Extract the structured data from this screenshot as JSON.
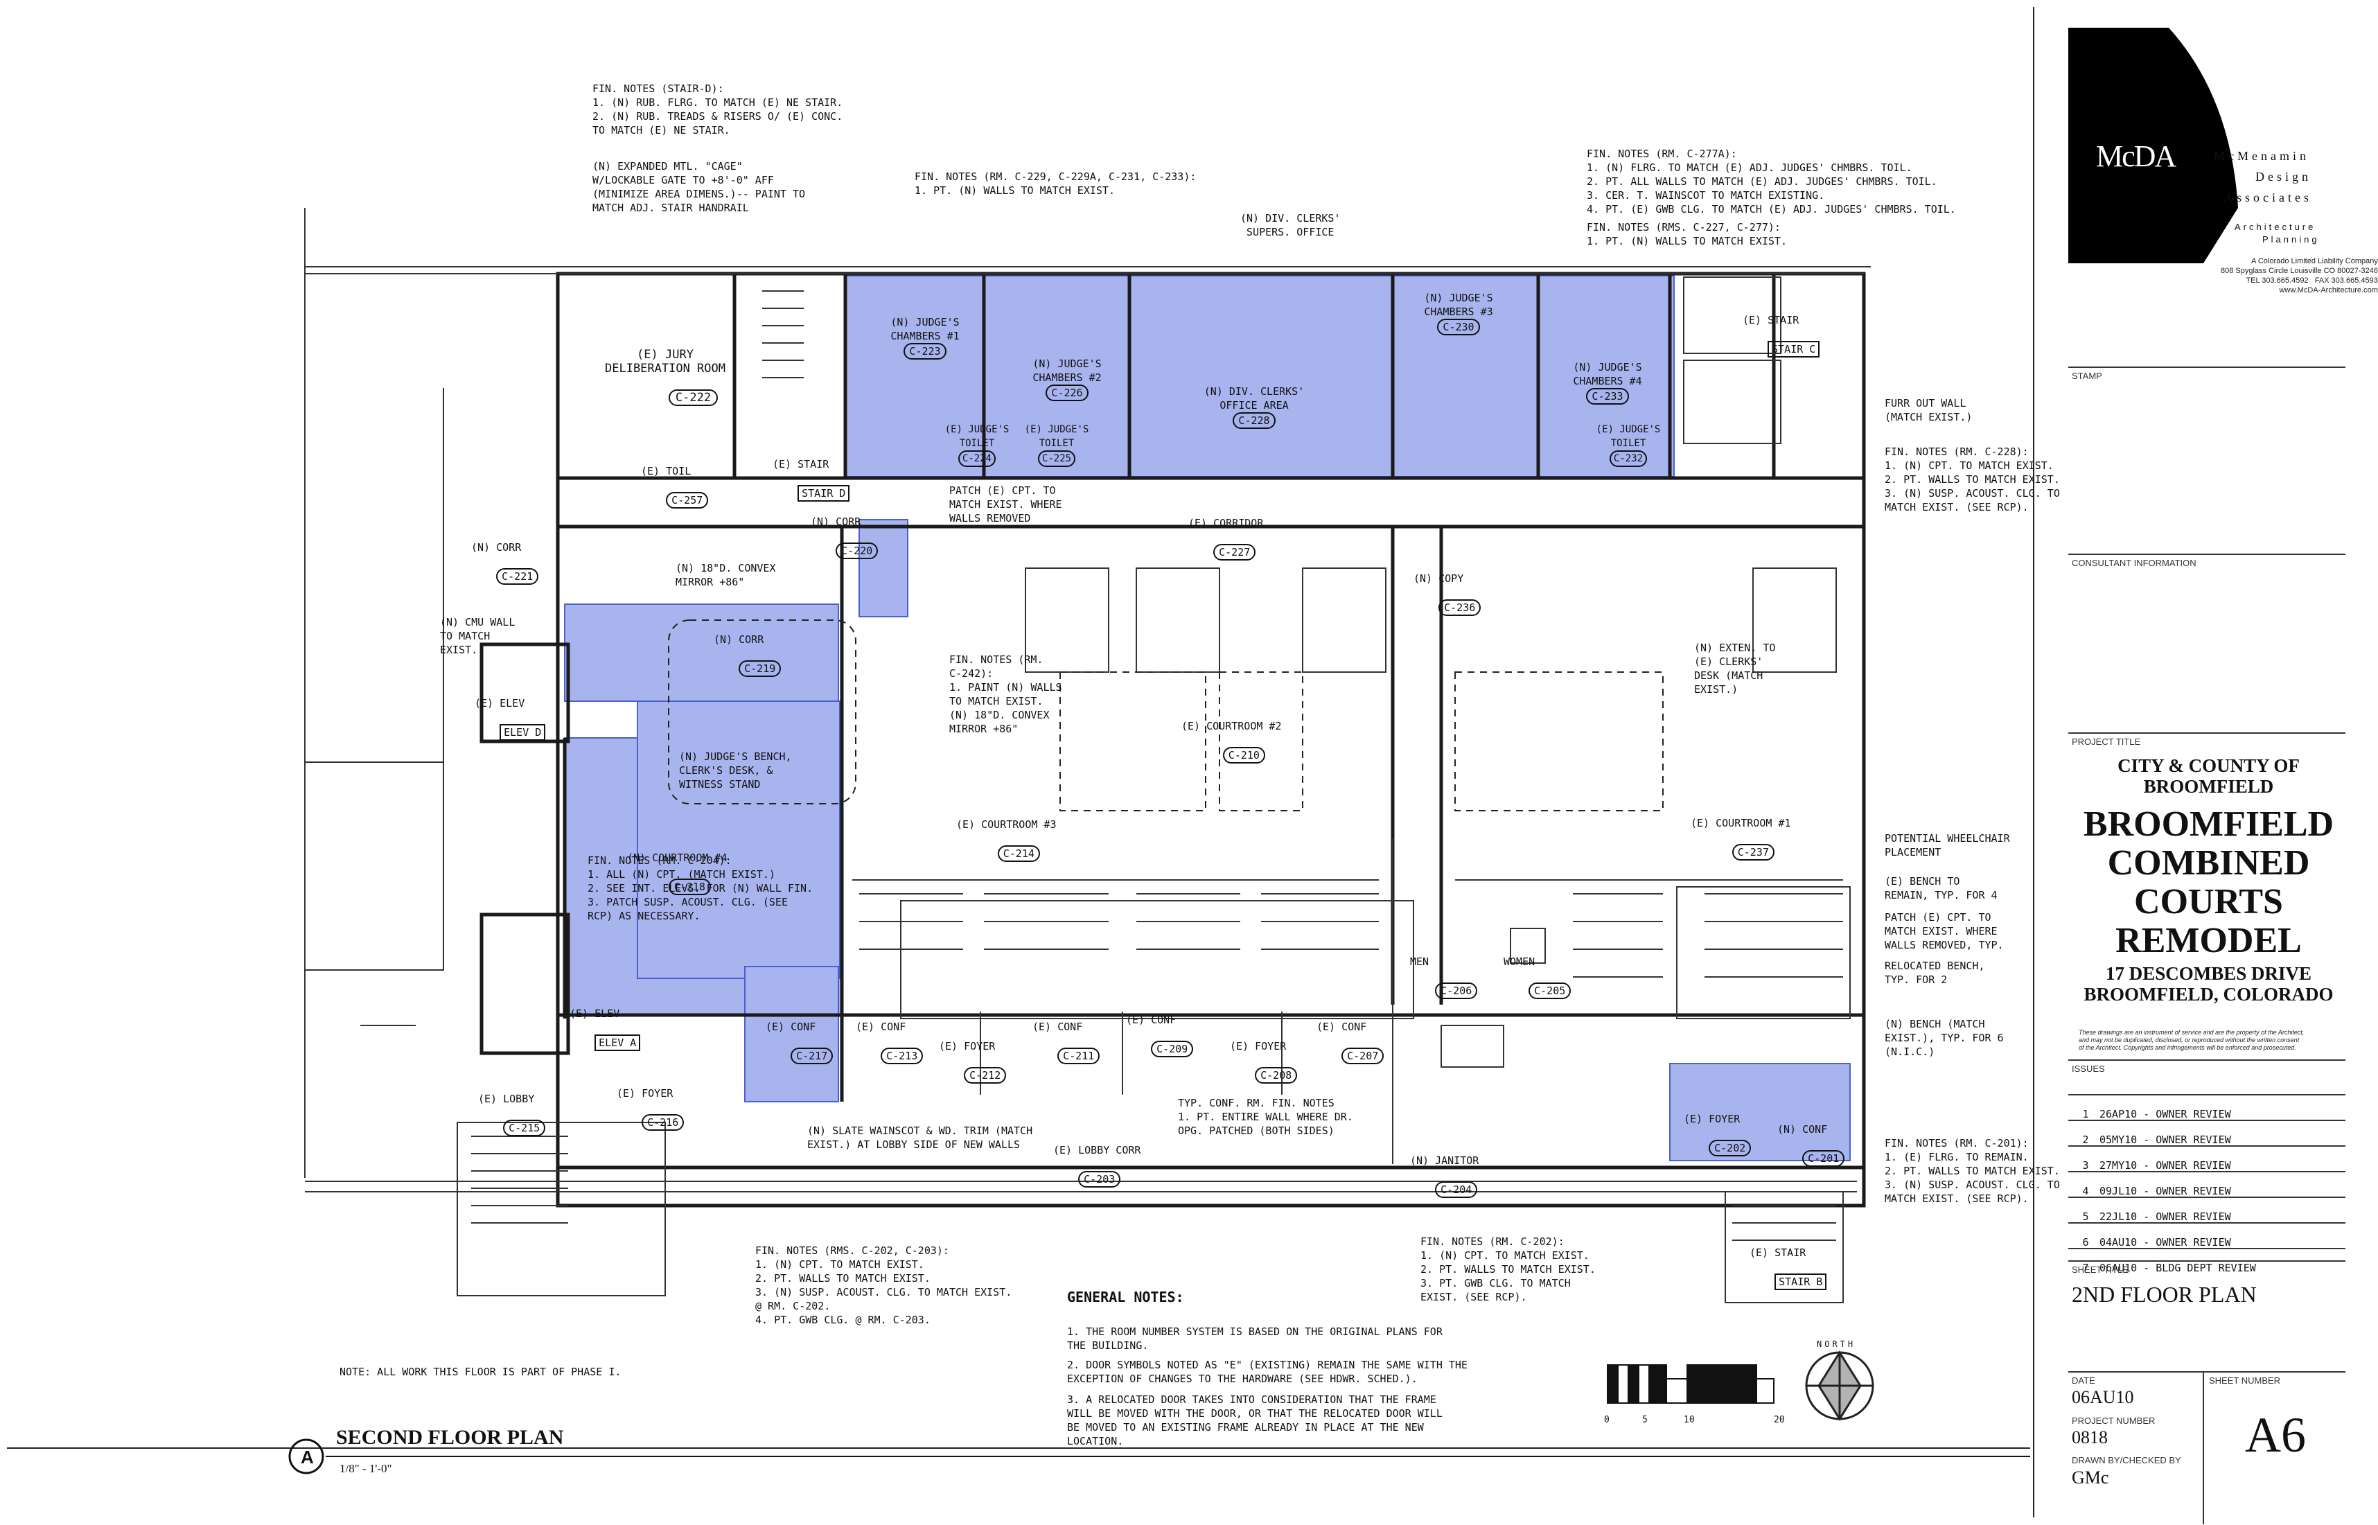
{
  "colors": {
    "highlight": "#a8b4ee",
    "highlight_stroke": "#4a5fd0",
    "line": "#1a1a1a"
  },
  "drawing": {
    "title": "SECOND FLOOR PLAN",
    "title_marker": "A",
    "scale": "1/8\" - 1'-0\"",
    "phase_note": "NOTE: ALL WORK THIS FLOOR IS PART OF PHASE I.",
    "north_label": "NORTH",
    "scale_bar_ticks": [
      "0",
      "5",
      "10",
      "20"
    ]
  },
  "rooms": [
    {
      "name": "(E) JURY DELIBERATION ROOM",
      "tag": "C-222"
    },
    {
      "name": "(E) TOIL",
      "tag": "C-257"
    },
    {
      "name": "(E) STAIR",
      "tag": "STAIR D"
    },
    {
      "name": "(N) JUDGE'S CHAMBERS #1",
      "tag": "C-223"
    },
    {
      "name": "(N) JUDGE'S CHAMBERS #2",
      "tag": "C-226"
    },
    {
      "name": "(E) JUDGE'S TOILET",
      "tag": "C-224"
    },
    {
      "name": "(E) JUDGE'S TOILET",
      "tag": "C-225"
    },
    {
      "name": "(N) DIV. CLERKS' OFFICE AREA",
      "tag": "C-228"
    },
    {
      "name": "(N) JUDGE'S CHAMBERS #3",
      "tag": "C-230"
    },
    {
      "name": "(N) JUDGE'S CHAMBERS #4",
      "tag": "C-233"
    },
    {
      "name": "(E) JUDGE'S TOILET",
      "tag": "C-232"
    },
    {
      "name": "(E) STAIR",
      "tag": "STAIR C"
    },
    {
      "name": "(N) CORR",
      "tag": "C-221"
    },
    {
      "name": "(N) CORR",
      "tag": "C-220"
    },
    {
      "name": "(E) CORRIDOR",
      "tag": "C-227"
    },
    {
      "name": "(N) COPY",
      "tag": "C-236"
    },
    {
      "name": "(N) CORR",
      "tag": "C-219"
    },
    {
      "name": "(E) ELEV",
      "tag": "ELEV D"
    },
    {
      "name": "(E) COURTROOM #2",
      "tag": "C-210"
    },
    {
      "name": "(E) COURTROOM #3",
      "tag": "C-214"
    },
    {
      "name": "(E) COURTROOM #1",
      "tag": "C-237"
    },
    {
      "name": "(N) COURTROOM #4",
      "tag": "C-218"
    },
    {
      "name": "(E) ELEV",
      "tag": "ELEV A"
    },
    {
      "name": "(E) LOBBY",
      "tag": "C-215"
    },
    {
      "name": "(E) FOYER",
      "tag": "C-216"
    },
    {
      "name": "(E) CONF",
      "tag": "C-217"
    },
    {
      "name": "(E) CONF",
      "tag": "C-213"
    },
    {
      "name": "(E) FOYER",
      "tag": "C-212"
    },
    {
      "name": "(E) CONF",
      "tag": "C-211"
    },
    {
      "name": "(E) CONF",
      "tag": "C-209"
    },
    {
      "name": "(E) FOYER",
      "tag": "C-208"
    },
    {
      "name": "(E) CONF",
      "tag": "C-207"
    },
    {
      "name": "(E) LOBBY CORR",
      "tag": "C-203"
    },
    {
      "name": "MEN",
      "tag": "C-206"
    },
    {
      "name": "WOMEN",
      "tag": "C-205"
    },
    {
      "name": "(N) JANITOR",
      "tag": "C-204"
    },
    {
      "name": "(E) FOYER",
      "tag": "C-202"
    },
    {
      "name": "(N) CONF",
      "tag": "C-201"
    },
    {
      "name": "(E) STAIR",
      "tag": "STAIR B"
    }
  ],
  "notes": [
    "FIN. NOTES (STAIR-D):\n1. (N) RUB. FLRG. TO MATCH (E) NE STAIR.\n2. (N) RUB. TREADS & RISERS o/ (E) CONC.\nTO MATCH (E) NE STAIR.",
    "(N) EXPANDED MTL. \"CAGE\"\nW/LOCKABLE GATE TO +8'-0\" AFF\n(MINIMIZE AREA DIMENS.)-- PAINT TO\nMATCH ADJ. STAIR HANDRAIL",
    "FIN. NOTES (RM. C-229, C-229A, C-231, C-233):\n1. PT. (N) WALLS TO MATCH EXIST.",
    "(N) DIV. CLERKS'\nSUPERS. OFFICE",
    "FIN. NOTES (RM. C-277A):\n1. (N) FLRG. TO MATCH (E) ADJ. JUDGES' CHMBRS. TOIL.\n2. PT. ALL WALLS TO MATCH (E) ADJ. JUDGES' CHMBRS. TOIL.\n3. CER. T. WAINSCOT TO MATCH EXISTING.\n4. PT. (E) GWB CLG. TO MATCH (E) ADJ. JUDGES' CHMBRS. TOIL.",
    "FIN. NOTES (RMS. C-227, C-277):\n1. PT. (N) WALLS TO MATCH EXIST.",
    "FURR OUT WALL\n(MATCH EXIST.)",
    "FIN. NOTES (RM. C-228):\n1. (N) CPT. TO MATCH EXIST.\n2. PT. WALLS TO MATCH EXIST.\n3. (N) SUSP. ACOUST. CLG. TO\nMATCH EXIST. (SEE RCP).",
    "PATCH (E) CPT. TO\nMATCH EXIST. WHERE\nWALLS REMOVED",
    "(N) 18\"D. CONVEX\nMIRROR +86\"",
    "(N) CMU WALL\nTO MATCH\nEXIST.",
    "FIN. NOTES (RM.\nC-242):\n1. PAINT (N) WALLS\nTO MATCH EXIST.",
    "(N) 18\"D. CONVEX\nMIRROR +86\"",
    "(N) JUDGE'S BENCH,\nCLERK'S DESK, &\nWITNESS STAND",
    "FIN. NOTES (RM. C-204):\n1. ALL (N) CPT. (MATCH EXIST.)\n2. SEE INT. ELEVS. FOR (N) WALL FIN.\n3. PATCH SUSP. ACOUST. CLG. (SEE\nRCP) AS NECESSARY.",
    "(N) EXTEN. TO\n(E) CLERKS'\nDESK (MATCH\nEXIST.)",
    "POTENTIAL WHEELCHAIR\nPLACEMENT",
    "(E) BENCH TO\nREMAIN, TYP. FOR 4",
    "PATCH (E) CPT. TO\nMATCH EXIST. WHERE\nWALLS REMOVED, TYP.",
    "RELOCATED BENCH,\nTYP. FOR 2",
    "(N) BENCH (MATCH\nEXIST.), TYP. FOR 6\n(N.I.C.)",
    "FIN. NOTES (RM. C-201):\n1. (E) FLRG. TO REMAIN.\n2. PT. WALLS TO MATCH EXIST.\n3. (N) SUSP. ACOUST. CLG. TO\nMATCH EXIST. (SEE RCP).",
    "(N) SLATE WAINSCOT & WD. TRIM (MATCH\nEXIST.) AT LOBBY SIDE OF NEW WALLS",
    "TYP. CONF. RM. FIN. NOTES\n1. PT. ENTIRE WALL WHERE DR.\nOPG. PATCHED (BOTH SIDES)",
    "FIN. NOTES (RMS. C-202, C-203):\n1. (N) CPT. TO MATCH EXIST.\n2. PT. WALLS TO MATCH EXIST.\n3. (N) SUSP. ACOUST. CLG. TO MATCH EXIST.\n@ RM. C-202.\n4. PT. GWB CLG. @ RM. C-203.",
    "FIN. NOTES (RM. C-202):\n1. (N) CPT. TO MATCH EXIST.\n2. PT. WALLS TO MATCH EXIST.\n3. PT. GWB CLG. TO MATCH\nEXIST. (SEE RCP)."
  ],
  "general_notes": {
    "heading": "GENERAL NOTES:",
    "items": [
      "1. THE ROOM NUMBER SYSTEM IS BASED ON THE ORIGINAL PLANS FOR\nTHE BUILDING.",
      "2. DOOR SYMBOLS NOTED AS \"E\" (EXISTING) REMAIN THE SAME WITH THE\nEXCEPTION OF CHANGES TO THE HARDWARE (SEE HDWR. SCHED.).",
      "3. A RELOCATED DOOR TAKES INTO CONSIDERATION THAT THE FRAME\nWILL BE MOVED WITH THE DOOR, OR THAT THE RELOCATED DOOR WILL\nBE MOVED TO AN EXISTING FRAME ALREADY IN PLACE AT THE NEW\nLOCATION."
    ]
  },
  "title_block": {
    "logo": "McDA",
    "firm_line1": "McMenamin",
    "firm_line2": "Design",
    "firm_line3": "Associates",
    "firm_sub1": "Architecture",
    "firm_sub2": "Planning",
    "firm_info": "A Colorado Limited Liability Company\n808 Spyglass Circle Louisville CO 80027-3246\nTEL 303.665.4592   FAX 303.665.4593\nwww.McDA-Architecture.com",
    "stamp_label": "STAMP",
    "consultant_label": "CONSULTANT INFORMATION",
    "project_title_label": "PROJECT TITLE",
    "client": "CITY & COUNTY OF\nBROOMFIELD",
    "project_name": "BROOMFIELD\nCOMBINED\nCOURTS\nREMODEL",
    "address": "17 DESCOMBES DRIVE\nBROOMFIELD, COLORADO",
    "copyright": "These drawings are an instrument of service and are the property of the Architect,\nand may not be duplicated, disclosed, or reproduced without the written consent\nof the Architect. Copyrights and infringements will be enforced and prosecuted.",
    "issues_label": "ISSUES",
    "issues": [
      {
        "num": "1",
        "text": "26AP10 - OWNER REVIEW"
      },
      {
        "num": "2",
        "text": "05MY10 - OWNER REVIEW"
      },
      {
        "num": "3",
        "text": "27MY10 - OWNER REVIEW"
      },
      {
        "num": "4",
        "text": "09JL10 - OWNER REVIEW"
      },
      {
        "num": "5",
        "text": "22JL10 - OWNER REVIEW"
      },
      {
        "num": "6",
        "text": "04AU10 - OWNER REVIEW"
      },
      {
        "num": "7",
        "text": "06AU10 - BLDG DEPT REVIEW"
      }
    ],
    "sheet_title_label": "SHEET TITLE",
    "sheet_title": "2ND FLOOR PLAN",
    "date_label": "DATE",
    "date": "06AU10",
    "project_number_label": "PROJECT NUMBER",
    "project_number": "0818",
    "drawn_by_label": "DRAWN BY/CHECKED BY",
    "drawn_by": "GMc",
    "sheet_number_label": "SHEET NUMBER",
    "sheet_number": "A6"
  }
}
